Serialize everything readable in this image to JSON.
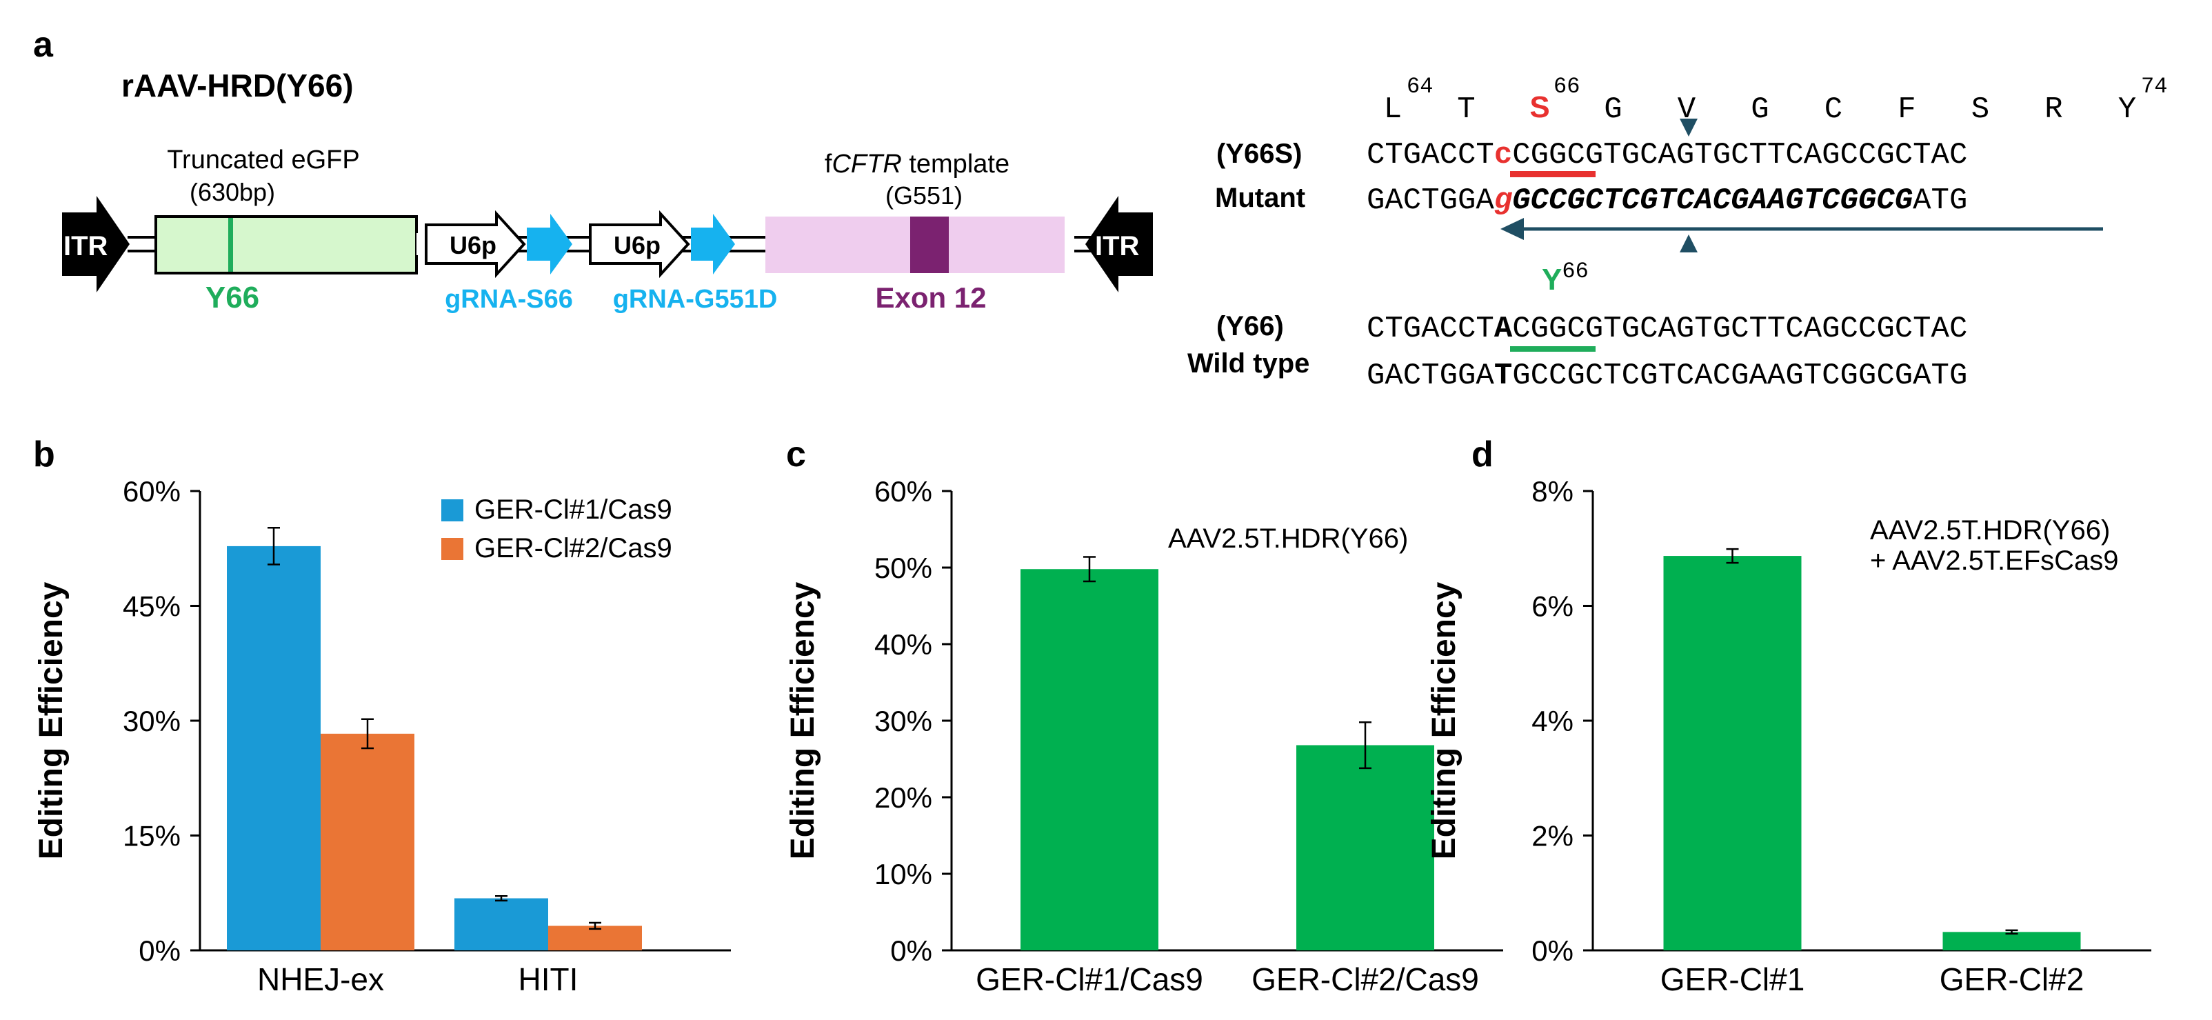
{
  "panel_labels": {
    "a": "a",
    "b": "b",
    "c": "c",
    "d": "d"
  },
  "colors": {
    "blue": "#1a9ad6",
    "orange": "#ea7535",
    "green": "#00b050",
    "light_green": "#d6f7cd",
    "pink": "#efcdee",
    "purple": "#7b2270",
    "cyan": "#16b2ef",
    "red": "#e8312f",
    "dark_teal": "#1f4e63",
    "label_green": "#1fad5b"
  },
  "construct": {
    "title": "rAAV-HRD(Y66)",
    "itr_left": "ITR",
    "itr_right": "ITR",
    "egfp_label_line1": "Truncated eGFP",
    "egfp_label_line2": "(630bp)",
    "egfp_site": "Y66",
    "u6p_1": "U6p",
    "u6p_2": "U6p",
    "grna_1": "gRNA-S66",
    "grna_2": "gRNA-G551D",
    "template_prefix": "f",
    "template_gene": "CFTR",
    "template_suffix": " template",
    "template_site": "(G551)",
    "exon": "Exon 12"
  },
  "sequence": {
    "aa": [
      {
        "letter": "L",
        "num": "64"
      },
      {
        "letter": "T",
        "num": ""
      },
      {
        "letter": "S",
        "num": "66"
      },
      {
        "letter": "G",
        "num": ""
      },
      {
        "letter": "V",
        "num": ""
      },
      {
        "letter": "G",
        "num": ""
      },
      {
        "letter": "C",
        "num": ""
      },
      {
        "letter": "F",
        "num": ""
      },
      {
        "letter": "S",
        "num": ""
      },
      {
        "letter": "R",
        "num": ""
      },
      {
        "letter": "Y",
        "num": "74"
      }
    ],
    "mutant_label_1": "(Y66S)",
    "mutant_label_2": "Mutant",
    "mut_top_a": "CTGACCT",
    "mut_top_b": "c",
    "mut_top_c": "CGGCGTGCAGTGCTTCAGCCGCTAC",
    "mut_bot_a": "GACTGGA",
    "mut_bot_b": "g",
    "mut_bot_c": "GCCGCTCGTCACGAAGTCGGCG",
    "mut_bot_d": "ATG",
    "wt_aa_letter": "Y",
    "wt_aa_num": "66",
    "wt_label_1": "(Y66)",
    "wt_label_2": "Wild type",
    "wt_top_a": "CTGACCT",
    "wt_top_b": "A",
    "wt_top_c": "CGGCGTGCAGTGCTTCAGCCGCTAC",
    "wt_bot_a": "GACTGGA",
    "wt_bot_b": "T",
    "wt_bot_c": "GCCGCTCGTCACGAAGTCGGCGATG"
  },
  "chart_data": [
    {
      "panel": "b",
      "type": "bar",
      "categories": [
        "NHEJ-ex",
        "HITI"
      ],
      "series": [
        {
          "name": "GER-Cl#1/Cas9",
          "color": "#1a9ad6",
          "values": [
            52.8,
            6.8
          ],
          "errors": [
            2.4,
            0.3
          ]
        },
        {
          "name": "GER-Cl#2/Cas9",
          "color": "#ea7535",
          "values": [
            28.3,
            3.2
          ],
          "errors": [
            1.9,
            0.4
          ]
        }
      ],
      "ylabel": "Editing Efficiency",
      "ylim": [
        0,
        60
      ],
      "yticks": [
        0,
        15,
        30,
        45,
        60
      ],
      "ytick_labels": [
        "0%",
        "15%",
        "30%",
        "45%",
        "60%"
      ],
      "legend_position": "top-right"
    },
    {
      "panel": "c",
      "type": "bar",
      "categories": [
        "GER-Cl#1/Cas9",
        "GER-Cl#2/Cas9"
      ],
      "series": [
        {
          "color": "#00b050",
          "values": [
            49.8,
            26.8
          ],
          "errors": [
            1.6,
            3.0
          ]
        }
      ],
      "annotation": [
        "AAV2.5T.HDR(Y66)"
      ],
      "ylabel": "Editing Efficiency",
      "ylim": [
        0,
        60
      ],
      "yticks": [
        0,
        10,
        20,
        30,
        40,
        50,
        60
      ],
      "ytick_labels": [
        "0%",
        "10%",
        "20%",
        "30%",
        "40%",
        "50%",
        "60%"
      ]
    },
    {
      "panel": "d",
      "type": "bar",
      "categories": [
        "GER-Cl#1",
        "GER-Cl#2"
      ],
      "series": [
        {
          "color": "#00b050",
          "values": [
            6.87,
            0.32
          ],
          "errors": [
            0.12,
            0.03
          ]
        }
      ],
      "annotation": [
        "AAV2.5T.HDR(Y66)",
        "+ AAV2.5T.EFsCas9"
      ],
      "ylabel": "Editing Efficiency",
      "ylim": [
        0,
        8
      ],
      "yticks": [
        0,
        2,
        4,
        6,
        8
      ],
      "ytick_labels": [
        "0%",
        "2%",
        "4%",
        "6%",
        "8%"
      ]
    }
  ]
}
